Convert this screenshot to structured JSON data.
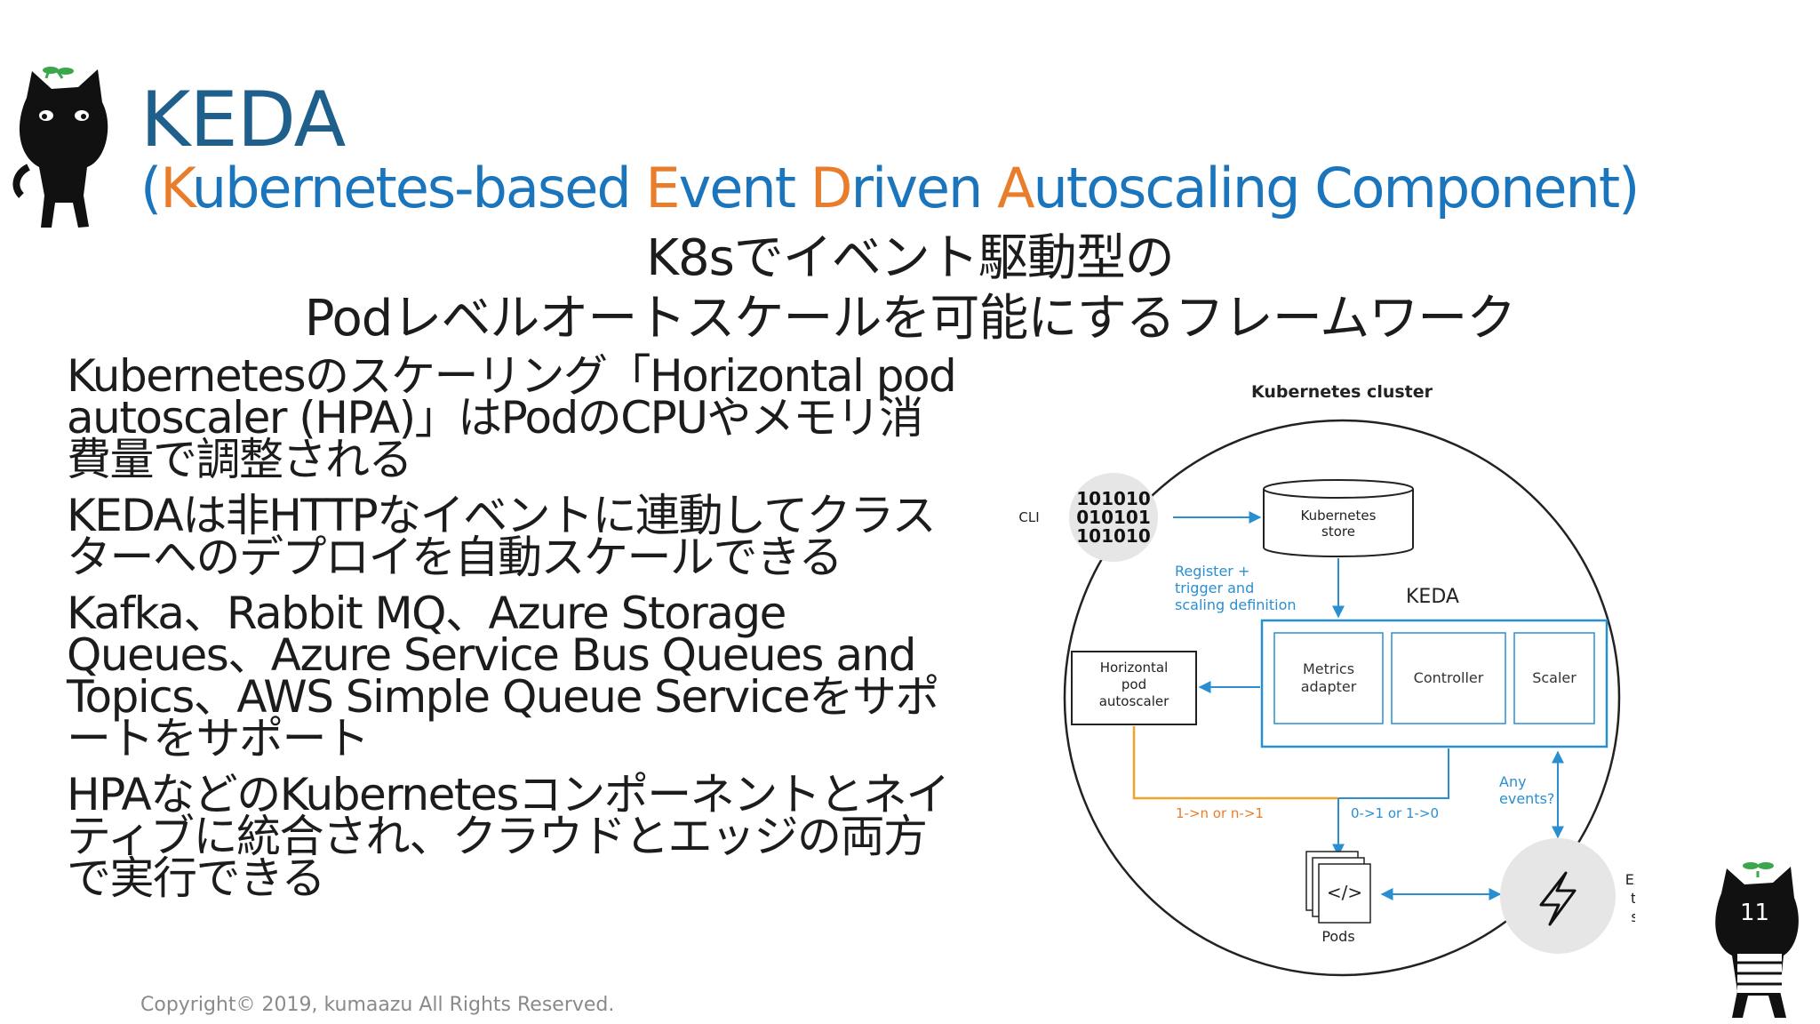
{
  "slide": {
    "title": "KEDA",
    "subtitle": {
      "open": "(",
      "k": "K",
      "k_rest": "ubernetes-based ",
      "e": "E",
      "e_rest": "vent ",
      "d": "D",
      "d_rest": "riven ",
      "a": "A",
      "a_rest": "utoscaling Component)"
    },
    "tagline_1": "K8sでイベント駆動型の",
    "tagline_2": "Podレベルオートスケールを可能にするフレームワーク",
    "bullets": [
      "Kubernetesのスケーリング「Horizontal pod autoscaler (HPA)」はPodのCPUやメモリ消費量で調整される",
      "KEDAは非HTTPなイベントに連動してクラスターへのデプロイを自動スケールできる",
      "Kafka、Rabbit MQ、Azure Storage Queues、Azure Service Bus Queues and Topics、AWS Simple Queue Serviceをサポートをサポート",
      "HPAなどのKubernetesコンポーネントとネイティブに統合され、クラウドとエッジの両方で実行できる"
    ],
    "copyright": "Copyright© 2019, kumaazu All Rights Reserved.",
    "page_number": "11"
  },
  "diagram": {
    "cluster_label": "Kubernetes cluster",
    "cli_label": "CLI",
    "cli_binary": [
      "101010",
      "010101",
      "101010"
    ],
    "store_line1": "Kubernetes",
    "store_line2": "store",
    "register_line1": "Register +",
    "register_line2": "trigger and",
    "register_line3": "scaling definition",
    "keda_label": "KEDA",
    "hpa_line1": "Horizontal",
    "hpa_line2": "pod",
    "hpa_line3": "autoscaler",
    "metrics_line1": "Metrics",
    "metrics_line2": "adapter",
    "controller_label": "Controller",
    "scaler_label": "Scaler",
    "scale_n_label": "1->n or n->1",
    "scale_0_label": "0->1 or 1->0",
    "events_line1": "Any",
    "events_line2": "events?",
    "pods_label": "Pods",
    "pods_code": "</>",
    "ext_line1": "External",
    "ext_line2": "trigger",
    "ext_line3": "source"
  },
  "colors": {
    "title": "#1f5f8b",
    "subtitle": "#1a75bc",
    "subtitle_highlight": "#e87d2b",
    "diagram_blue": "#2a8fd0",
    "diagram_orange": "#f0a32a",
    "mascot": "#111111",
    "sprout": "#3aa84a"
  },
  "icons": [
    "cat-mascot-icon",
    "lightning-icon",
    "code-document-icon",
    "binary-cli-icon"
  ]
}
